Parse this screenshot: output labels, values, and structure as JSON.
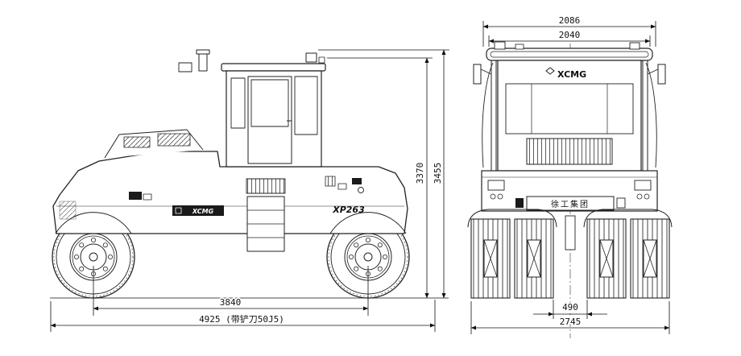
{
  "drawing": {
    "brand": "XCMG",
    "model": "XP263",
    "brand_cn": "徐工集团",
    "side_view": {
      "height_roof": "3370",
      "height_overall": "3455",
      "wheelbase": "3840",
      "overall_length": "4925 (带铲刀50J5)"
    },
    "front_view": {
      "width_top": "2086",
      "width_cab": "2040",
      "tire_gap": "490",
      "overall_width": "2745"
    }
  }
}
